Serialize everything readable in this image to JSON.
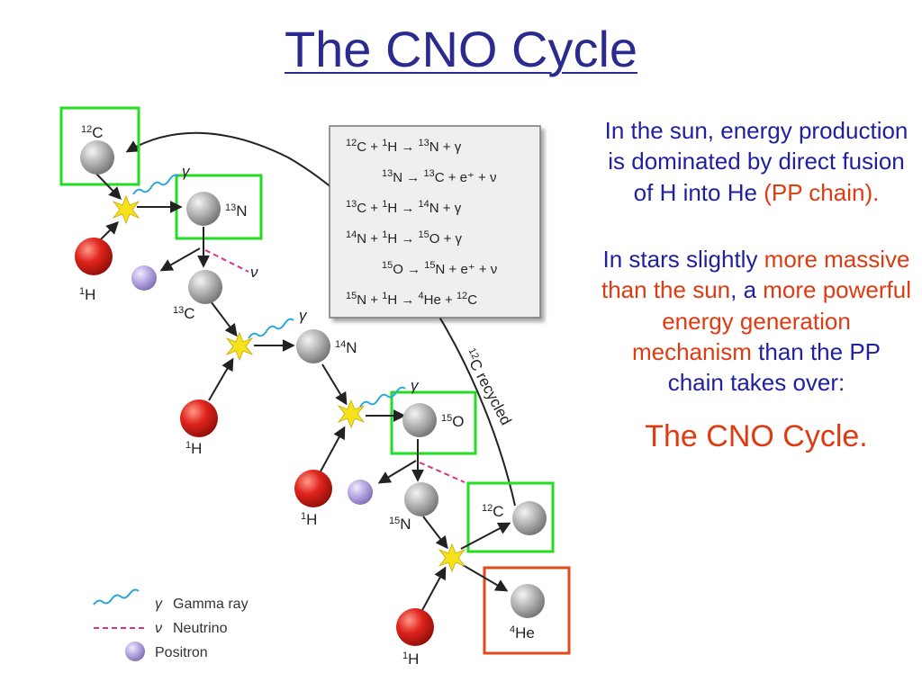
{
  "slide": {
    "title": "The CNO Cycle"
  },
  "diagram": {
    "nuclei": {
      "c12_top": {
        "base": "C",
        "mass": "12"
      },
      "n13": {
        "base": "N",
        "mass": "13"
      },
      "h1_a": {
        "base": "H",
        "mass": "1"
      },
      "c13": {
        "base": "C",
        "mass": "13"
      },
      "n14": {
        "base": "N",
        "mass": "14"
      },
      "h1_b": {
        "base": "H",
        "mass": "1"
      },
      "o15": {
        "base": "O",
        "mass": "15"
      },
      "h1_c": {
        "base": "H",
        "mass": "1"
      },
      "n15": {
        "base": "N",
        "mass": "15"
      },
      "c12_bottom": {
        "base": "C",
        "mass": "12"
      },
      "he4": {
        "base": "He",
        "mass": "4"
      },
      "h1_d": {
        "base": "H",
        "mass": "1"
      }
    },
    "particles": {
      "gamma": "γ",
      "neutrino": "ν"
    },
    "recycled_label": "C recycled",
    "recycled_mass": "12",
    "reactions": [
      {
        "parts": [
          "C",
          "12",
          " + ",
          "H",
          "1",
          " → ",
          "N",
          "13",
          " + γ"
        ]
      },
      {
        "parts": [
          "N",
          "13",
          " → ",
          "C",
          "13",
          " + e⁺ + ν"
        ]
      },
      {
        "parts": [
          "C",
          "13",
          " + ",
          "H",
          "1",
          " → ",
          "N",
          "14",
          " + γ"
        ]
      },
      {
        "parts": [
          "N",
          "14",
          " + ",
          "H",
          "1",
          " → ",
          "O",
          "15",
          " + γ"
        ]
      },
      {
        "parts": [
          "O",
          "15",
          " → ",
          "N",
          "15",
          " + e⁺ + ν"
        ]
      },
      {
        "parts": [
          "N",
          "15",
          " + ",
          "H",
          "1",
          " → ",
          "He",
          "4",
          " + ",
          "C",
          "12"
        ]
      }
    ],
    "legend": {
      "gamma_symbol": "γ",
      "gamma_label": "Gamma ray",
      "neutrino_symbol": "ν",
      "neutrino_label": "Neutrino",
      "positron_label": "Positron"
    },
    "colors": {
      "carbon_box": "#22dd22",
      "helium_box": "#e04a1c",
      "proton": "#e0241c",
      "nucleus": "#a8a8a8",
      "positron": "#b6a6e0",
      "gamma_wave": "#2aa7d8",
      "neutrino_line": "#d4348c",
      "spark": "#f6e21a"
    }
  },
  "side_text": {
    "para1": "In the sun, energy production is dominated by direct fusion of H into He",
    "para1_highlight": "(PP chain).",
    "para2_a": "In stars slightly ",
    "para2_b": "more massive than the sun",
    "para2_c": ", a ",
    "para2_d": "more powerful energy generation mechanism",
    "para2_e": " than the PP chain takes over:",
    "conclusion": "The CNO Cycle."
  }
}
